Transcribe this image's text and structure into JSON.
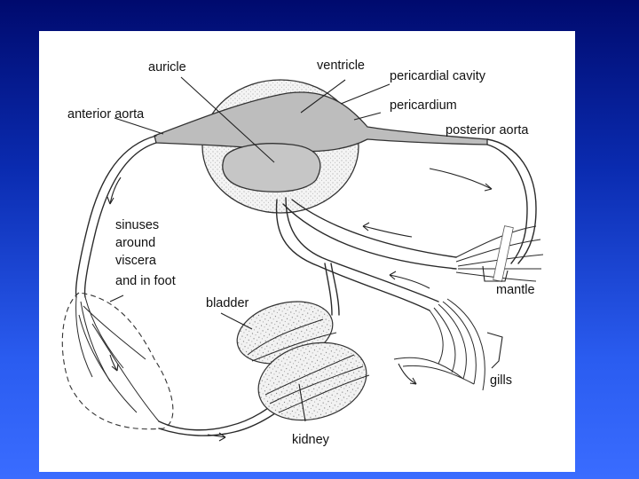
{
  "labels": {
    "auricle": "auricle",
    "ventricle": "ventricle",
    "pericardial_cavity": "pericardial cavity",
    "pericardium": "pericardium",
    "anterior_aorta": "anterior aorta",
    "posterior_aorta": "posterior aorta",
    "sinuses": [
      "sinuses",
      "around",
      "viscera",
      "and in foot"
    ],
    "bladder": "bladder",
    "mantle": "mantle",
    "gills": "gills",
    "kidney": "kidney"
  },
  "colors": {
    "background_top": "#000a6e",
    "background_bottom": "#3a6cff",
    "panel": "#ffffff",
    "stippled_tissue": "#eeeeee",
    "vessel_fill": "#c4c4c4"
  }
}
